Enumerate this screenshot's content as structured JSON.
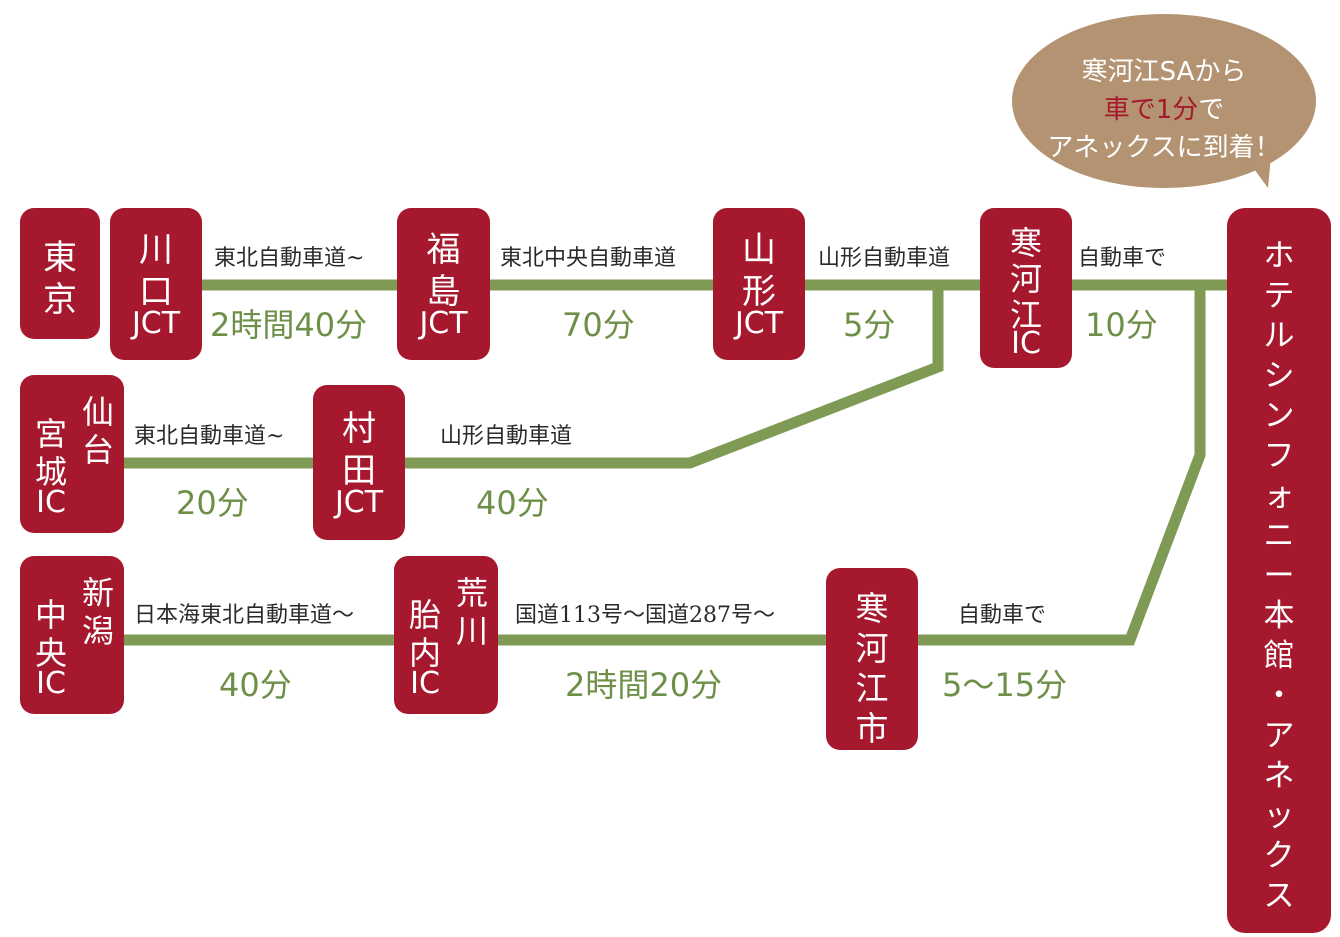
{
  "colors": {
    "node": "#a6182d",
    "line": "#7f9a55",
    "time_text": "#6e8f48",
    "bubble": "#b39372",
    "highlight": "#a6182d"
  },
  "bubble": {
    "line1": "寒河江SAから",
    "line2": "車で1分",
    "line2_suffix": "で",
    "line3": "アネックスに到着！"
  },
  "nodes": {
    "tokyo": [
      "東",
      "京"
    ],
    "kawaguchi": [
      "川",
      "口",
      "JCT"
    ],
    "fukushima": [
      "福",
      "島",
      "JCT"
    ],
    "yamagata": [
      "山",
      "形",
      "JCT"
    ],
    "sagae_ic": [
      "寒",
      "河",
      "江",
      "IC"
    ],
    "sendai": {
      "right": [
        "仙",
        "台"
      ],
      "left": [
        "宮",
        "城"
      ],
      "bottom": "IC"
    },
    "murata": [
      "村",
      "田",
      "JCT"
    ],
    "niigata": {
      "right": [
        "新",
        "潟"
      ],
      "left": [
        "中",
        "央"
      ],
      "bottom": "IC"
    },
    "arakawa": {
      "right": [
        "荒",
        "川"
      ],
      "left": [
        "胎",
        "内"
      ],
      "bottom": "IC"
    },
    "sagae_city": [
      "寒",
      "河",
      "江",
      "市"
    ],
    "hotel": [
      "ホ",
      "テ",
      "ル",
      "シ",
      "ン",
      "フ",
      "ォ",
      "ニ",
      "ー",
      "本",
      "館",
      "・",
      "ア",
      "ネ",
      "ッ",
      "ク",
      "ス"
    ]
  },
  "segments": [
    {
      "road": "東北自動車道~",
      "time": "2時間40分"
    },
    {
      "road": "東北中央自動車道",
      "time": "70分"
    },
    {
      "road": "山形自動車道",
      "time": "5分"
    },
    {
      "road": "自動車で",
      "time": "10分"
    },
    {
      "road": "東北自動車道~",
      "time": "20分"
    },
    {
      "road": "山形自動車道",
      "time": "40分"
    },
    {
      "road": "日本海東北自動車道～",
      "time": "40分"
    },
    {
      "road": "国道113号～国道287号～",
      "time": "2時間20分"
    },
    {
      "road": "自動車で",
      "time": "5～15分"
    }
  ]
}
